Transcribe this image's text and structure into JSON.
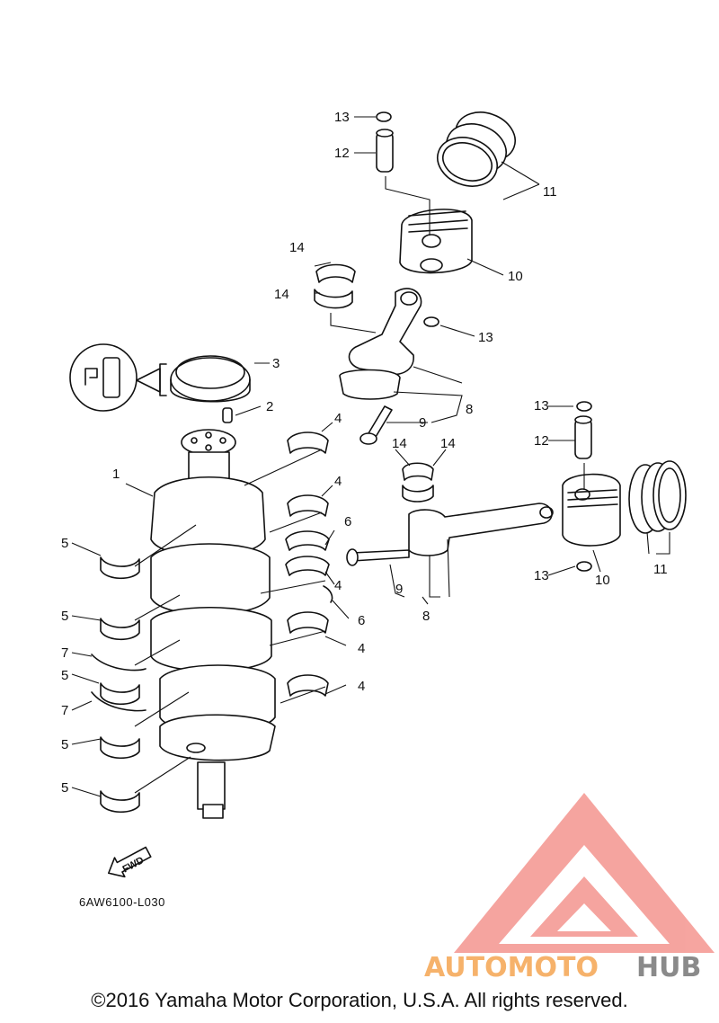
{
  "diagram": {
    "ref_code": "6AW6100-L030",
    "fwd_label": "FWD",
    "copyright": "©2016 Yamaha Motor Corporation, U.S.A. All rights reserved.",
    "callouts": {
      "c1": "1",
      "c2": "2",
      "c3": "3",
      "c4a": "4",
      "c4b": "4",
      "c4c": "4",
      "c4d": "4",
      "c4e": "4",
      "c5a": "5",
      "c5b": "5",
      "c5c": "5",
      "c5d": "5",
      "c5e": "5",
      "c6a": "6",
      "c6b": "6",
      "c7a": "7",
      "c7b": "7",
      "c8a": "8",
      "c8b": "8",
      "c9a": "9",
      "c9b": "9",
      "c10a": "10",
      "c10b": "10",
      "c11a": "11",
      "c11b": "11",
      "c12a": "12",
      "c12b": "12",
      "c13a": "13",
      "c13b": "13",
      "c13c": "13",
      "c13d": "13",
      "c14a": "14",
      "c14b": "14",
      "c14c": "14",
      "c14d": "14"
    }
  },
  "watermark": {
    "word_orange": "AUTOMOTO",
    "word_gray": "HUB",
    "color_triangle": "#f4958f",
    "color_orange": "#f6b26b",
    "color_gray": "#8a8a8a"
  }
}
